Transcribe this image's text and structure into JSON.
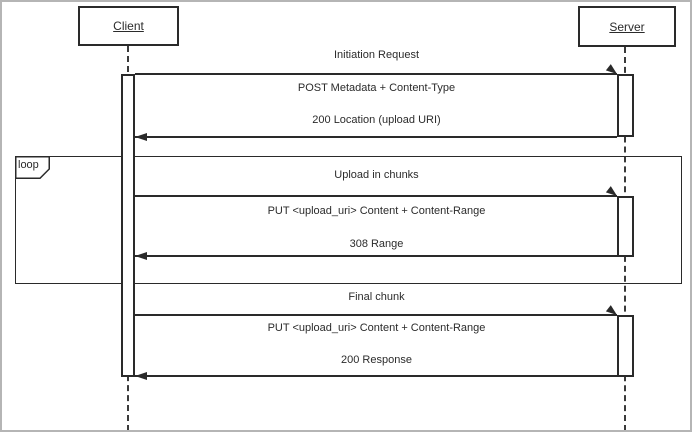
{
  "diagram": {
    "type": "uml-sequence",
    "actors": {
      "client": "Client",
      "server": "Server"
    },
    "fragment": {
      "label": "loop"
    },
    "sections": [
      {
        "title": "Initiation Request",
        "request": "POST Metadata + Content-Type",
        "response": "200 Location (upload URI)"
      },
      {
        "title": "Upload in chunks",
        "request": "PUT <upload_uri> Content + Content-Range",
        "response": "308 Range"
      },
      {
        "title": "Final chunk",
        "request": "PUT <upload_uri> Content + Content-Range",
        "response": "200 Response"
      }
    ],
    "colors": {
      "line": "#2a2a2a",
      "text": "#2b2b2b",
      "page_border": "#b5b5b5",
      "background": "#ffffff"
    }
  }
}
